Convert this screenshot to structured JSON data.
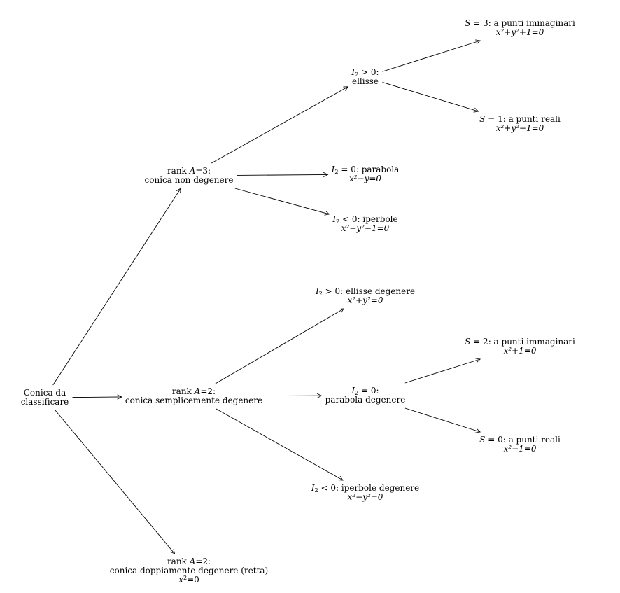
{
  "nodes": {
    "root": {
      "line1": "Conica da",
      "line2": "classificare"
    },
    "rank3": {
      "prefix": "rank ",
      "var": "A",
      "suffix": "=3:",
      "line2": "conica non degenere"
    },
    "rank2s": {
      "prefix": "rank ",
      "var": "A",
      "suffix": "=2:",
      "line2": "conica semplicemente degenere"
    },
    "rank2d": {
      "prefix": "rank ",
      "var": "A",
      "suffix": "=2:",
      "line2": "conica doppiamente degenere (retta)",
      "eq_var": "x",
      "eq_exp": "2",
      "eq_rest": "=0"
    },
    "ellisse": {
      "var": "I",
      "sub": "2",
      "cond": " > 0:",
      "line2": "ellisse"
    },
    "parabola": {
      "var": "I",
      "sub": "2",
      "cond": " = 0: parabola"
    },
    "iperbole": {
      "var": "I",
      "sub": "2",
      "cond": " < 0: iperbole"
    },
    "s3": {
      "var": "S",
      "cond": " = 3: a punti immaginari"
    },
    "s1": {
      "var": "S",
      "cond": " = 1: a punti reali"
    },
    "ellisse_deg": {
      "var": "I",
      "sub": "2",
      "cond": " > 0: ellisse degenere"
    },
    "parabola_deg": {
      "var": "I",
      "sub": "2",
      "cond": " = 0:",
      "line2": "parabola degenere"
    },
    "iperbole_deg": {
      "var": "I",
      "sub": "2",
      "cond": " < 0: iperbole degenere"
    },
    "s2": {
      "var": "S",
      "cond": " = 2: a punti immaginari"
    },
    "s0": {
      "var": "S",
      "cond": " = 0: a punti reali"
    }
  },
  "equations": {
    "parabola": "x²−y=0",
    "iperbole": "x²−y²−1=0",
    "s3": "x²+y²+1=0",
    "s1": "x²+y²−1=0",
    "ellisse_deg": "x²+y²=0",
    "iperbole_deg": "x²−y²=0",
    "s2": "x²+1=0",
    "s0": "x²−1=0"
  },
  "edges": [
    {
      "from": "root",
      "to": "rank3"
    },
    {
      "from": "root",
      "to": "rank2s"
    },
    {
      "from": "root",
      "to": "rank2d"
    },
    {
      "from": "rank3",
      "to": "ellisse"
    },
    {
      "from": "rank3",
      "to": "parabola"
    },
    {
      "from": "rank3",
      "to": "iperbole"
    },
    {
      "from": "ellisse",
      "to": "s3"
    },
    {
      "from": "ellisse",
      "to": "s1"
    },
    {
      "from": "rank2s",
      "to": "ellisse_deg"
    },
    {
      "from": "rank2s",
      "to": "parabola_deg"
    },
    {
      "from": "rank2s",
      "to": "iperbole_deg"
    },
    {
      "from": "parabola_deg",
      "to": "s2"
    },
    {
      "from": "parabola_deg",
      "to": "s0"
    }
  ]
}
